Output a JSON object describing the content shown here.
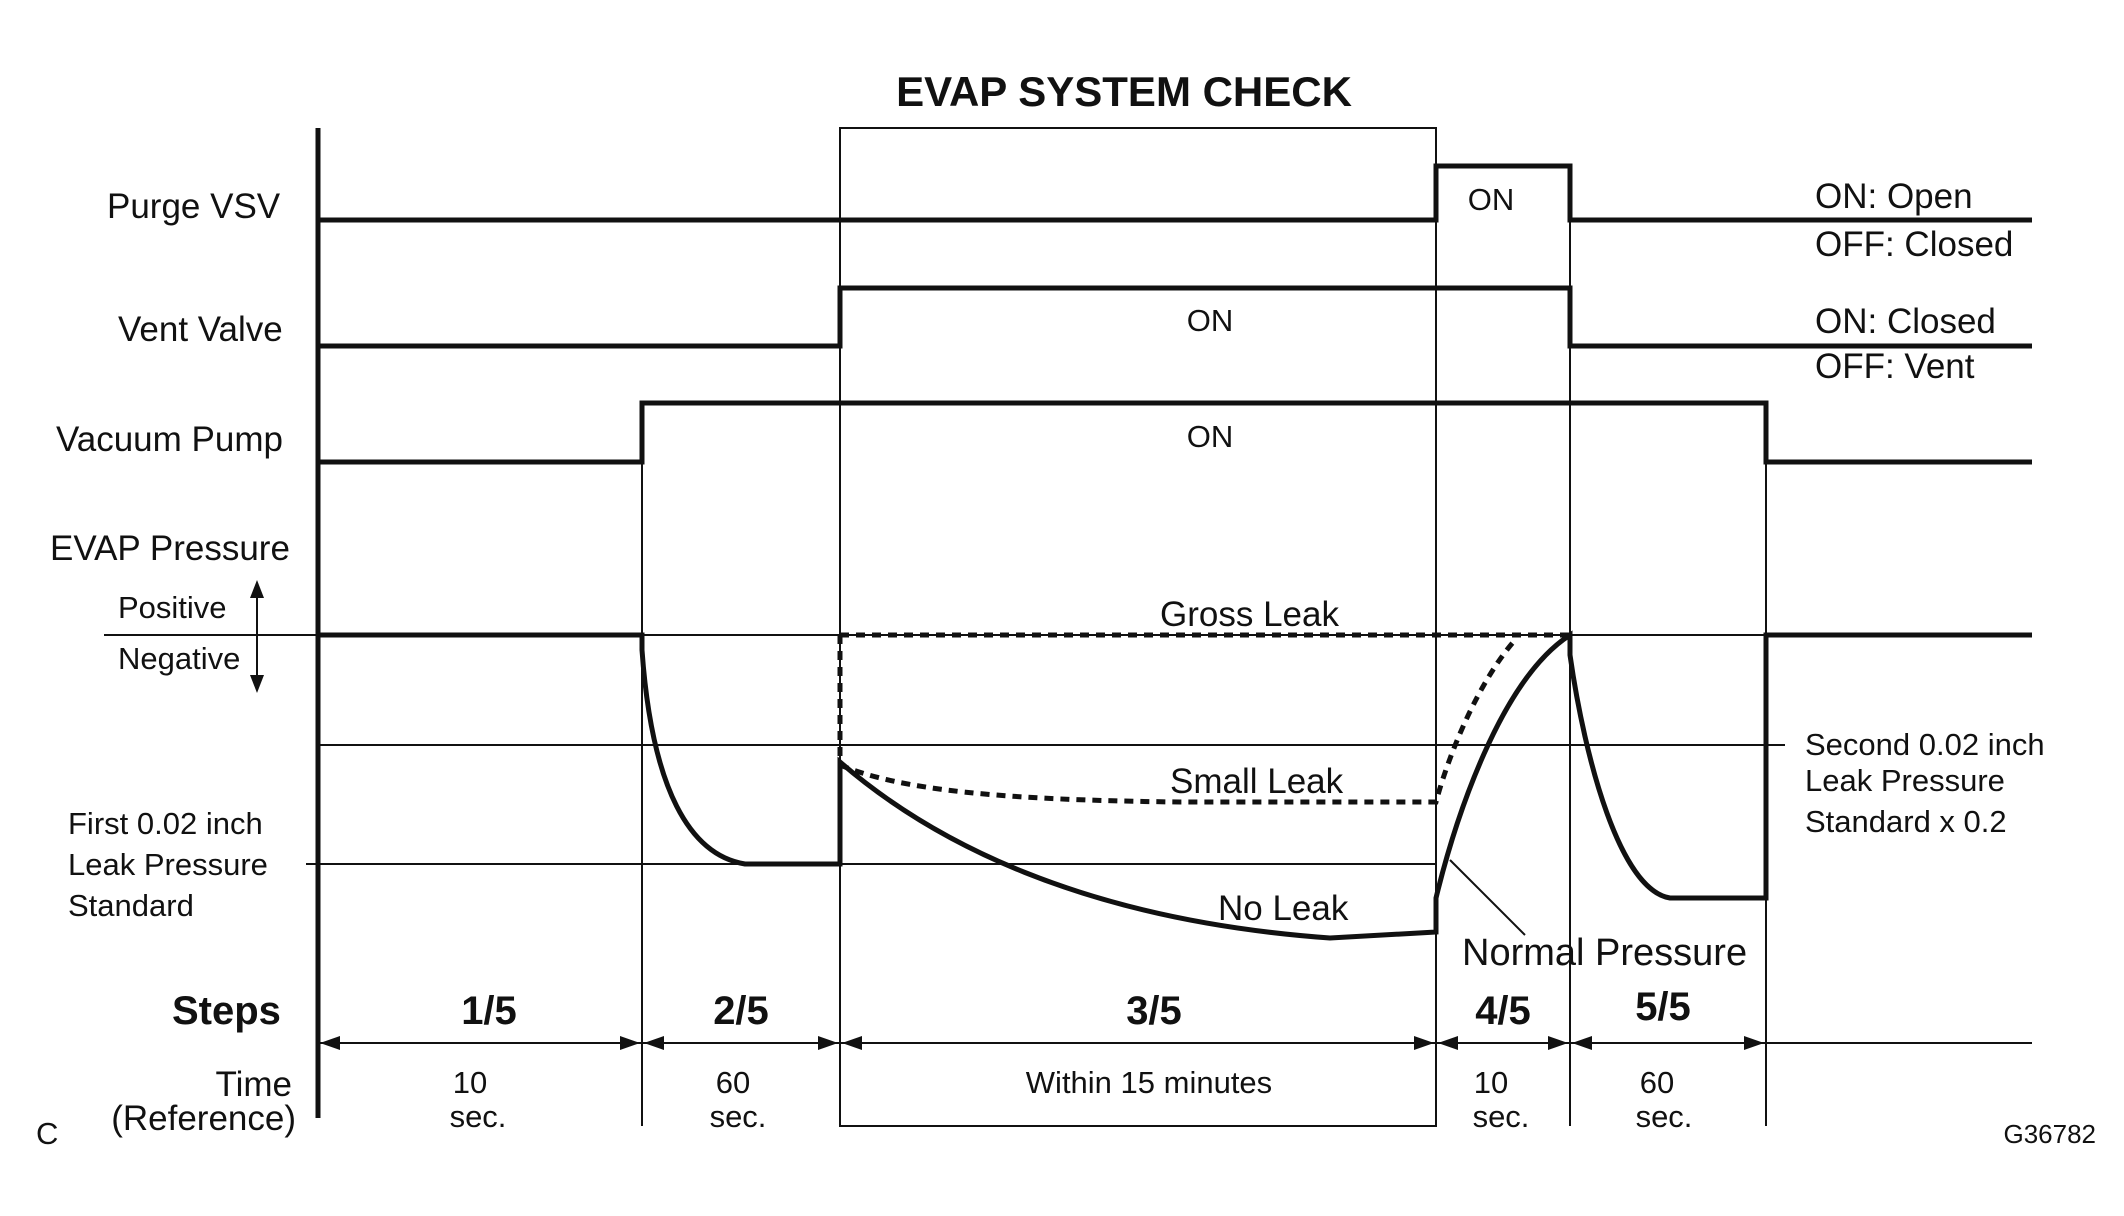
{
  "title": "EVAP SYSTEM CHECK",
  "signals": {
    "purge_vsv": {
      "label": "Purge VSV",
      "on_text": "ON",
      "legend_on": "ON: Open",
      "legend_off": "OFF: Closed"
    },
    "vent_valve": {
      "label": "Vent Valve",
      "on_text": "ON",
      "legend_on": "ON: Closed",
      "legend_off": "OFF: Vent"
    },
    "vacuum_pump": {
      "label": "Vacuum Pump",
      "on_text": "ON"
    }
  },
  "pressure": {
    "label": "EVAP Pressure",
    "positive": "Positive",
    "negative": "Negative",
    "first_standard": [
      "First 0.02 inch",
      "Leak Pressure",
      "Standard"
    ],
    "second_standard": [
      "Second 0.02 inch",
      "Leak Pressure",
      "Standard x 0.2"
    ],
    "gross_leak": "Gross Leak",
    "small_leak": "Small Leak",
    "no_leak": "No Leak",
    "normal_pressure": "Normal Pressure"
  },
  "steps_label": "Steps",
  "time_label": [
    "Time",
    "(Reference)"
  ],
  "steps": [
    {
      "step": "1/5",
      "time": [
        "10",
        "sec."
      ]
    },
    {
      "step": "2/5",
      "time": [
        "60",
        "sec."
      ]
    },
    {
      "step": "3/5",
      "time": [
        "Within 15 minutes"
      ]
    },
    {
      "step": "4/5",
      "time": [
        "10",
        "sec."
      ]
    },
    {
      "step": "5/5",
      "time": [
        "60",
        "sec."
      ]
    }
  ],
  "corner_left": "C",
  "figure_id": "G36782"
}
